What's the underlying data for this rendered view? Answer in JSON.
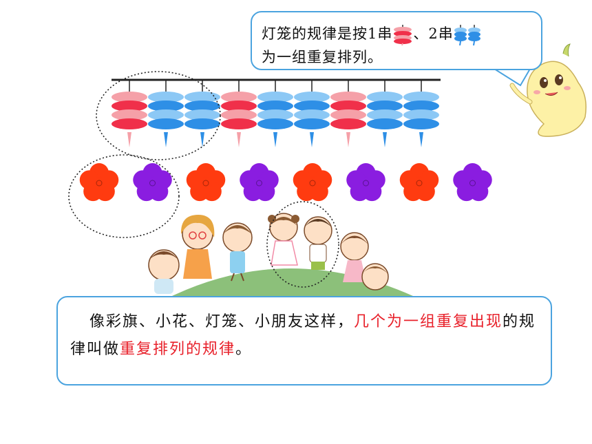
{
  "speech_bubble": {
    "line1_before": "灯笼的规律是按1串",
    "line1_middle": "、2串",
    "line2": "为一组重复排列。"
  },
  "note": {
    "indent_text": "像彩旗、小花、灯笼、小朋友这样，",
    "highlight1": "几个为一组重复出现",
    "mid_text": "的规律叫做",
    "highlight2": "重复排列的规律",
    "end_text": "。"
  },
  "lanterns": {
    "pattern": [
      "red",
      "blue",
      "blue",
      "red",
      "blue",
      "blue",
      "red",
      "blue",
      "blue"
    ],
    "colors": {
      "red": "#f0304a",
      "red_light": "#f5a0a8",
      "blue": "#2e8fe6",
      "blue_light": "#8cc8f5"
    }
  },
  "flowers": {
    "pattern": [
      "red",
      "purple",
      "red",
      "purple",
      "red",
      "purple",
      "red",
      "purple"
    ],
    "colors": {
      "red": "#ff3b10",
      "purple": "#8a1de0"
    }
  },
  "colors": {
    "border": "#4aa3df",
    "highlight": "#e8202a"
  }
}
